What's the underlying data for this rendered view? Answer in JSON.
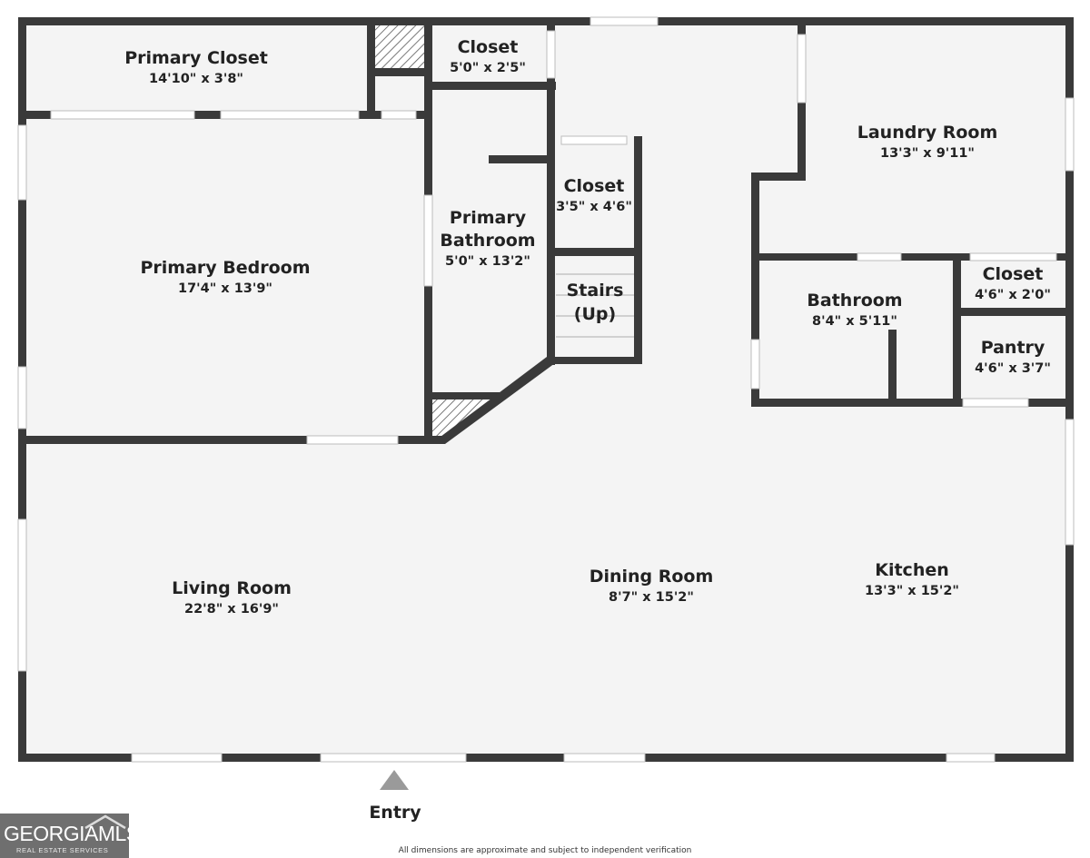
{
  "rooms": {
    "primary_closet": {
      "name": "Primary Closet",
      "dims": "14'10\" x 3'8\""
    },
    "closet_top": {
      "name": "Closet",
      "dims": "5'0\" x 2'5\""
    },
    "laundry": {
      "name": "Laundry Room",
      "dims": "13'3\" x 9'11\""
    },
    "closet_mid": {
      "name": "Closet",
      "dims": "3'5\" x 4'6\""
    },
    "primary_bath": {
      "name_line1": "Primary",
      "name_line2": "Bathroom",
      "dims": "5'0\" x 13'2\""
    },
    "primary_bedroom": {
      "name": "Primary Bedroom",
      "dims": "17'4\" x 13'9\""
    },
    "stairs": {
      "name_line1": "Stairs",
      "name_line2": "(Up)"
    },
    "bathroom": {
      "name": "Bathroom",
      "dims": "8'4\" x 5'11\""
    },
    "closet_right": {
      "name": "Closet",
      "dims": "4'6\" x 2'0\""
    },
    "pantry": {
      "name": "Pantry",
      "dims": "4'6\" x 3'7\""
    },
    "living": {
      "name": "Living Room",
      "dims": "22'8\" x 16'9\""
    },
    "dining": {
      "name": "Dining Room",
      "dims": "8'7\" x 15'2\""
    },
    "kitchen": {
      "name": "Kitchen",
      "dims": "13'3\" x 15'2\""
    }
  },
  "entry": {
    "label": "Entry"
  },
  "disclaimer": "All dimensions are approximate and subject to independent verification",
  "logo": {
    "main": "GEORGIAMLS",
    "sub": "REAL ESTATE SERVICES"
  },
  "colors": {
    "wall": "#3a3a3a",
    "floor": "#f4f4f4",
    "hatch": "#555555",
    "opening": "#ffffff"
  }
}
